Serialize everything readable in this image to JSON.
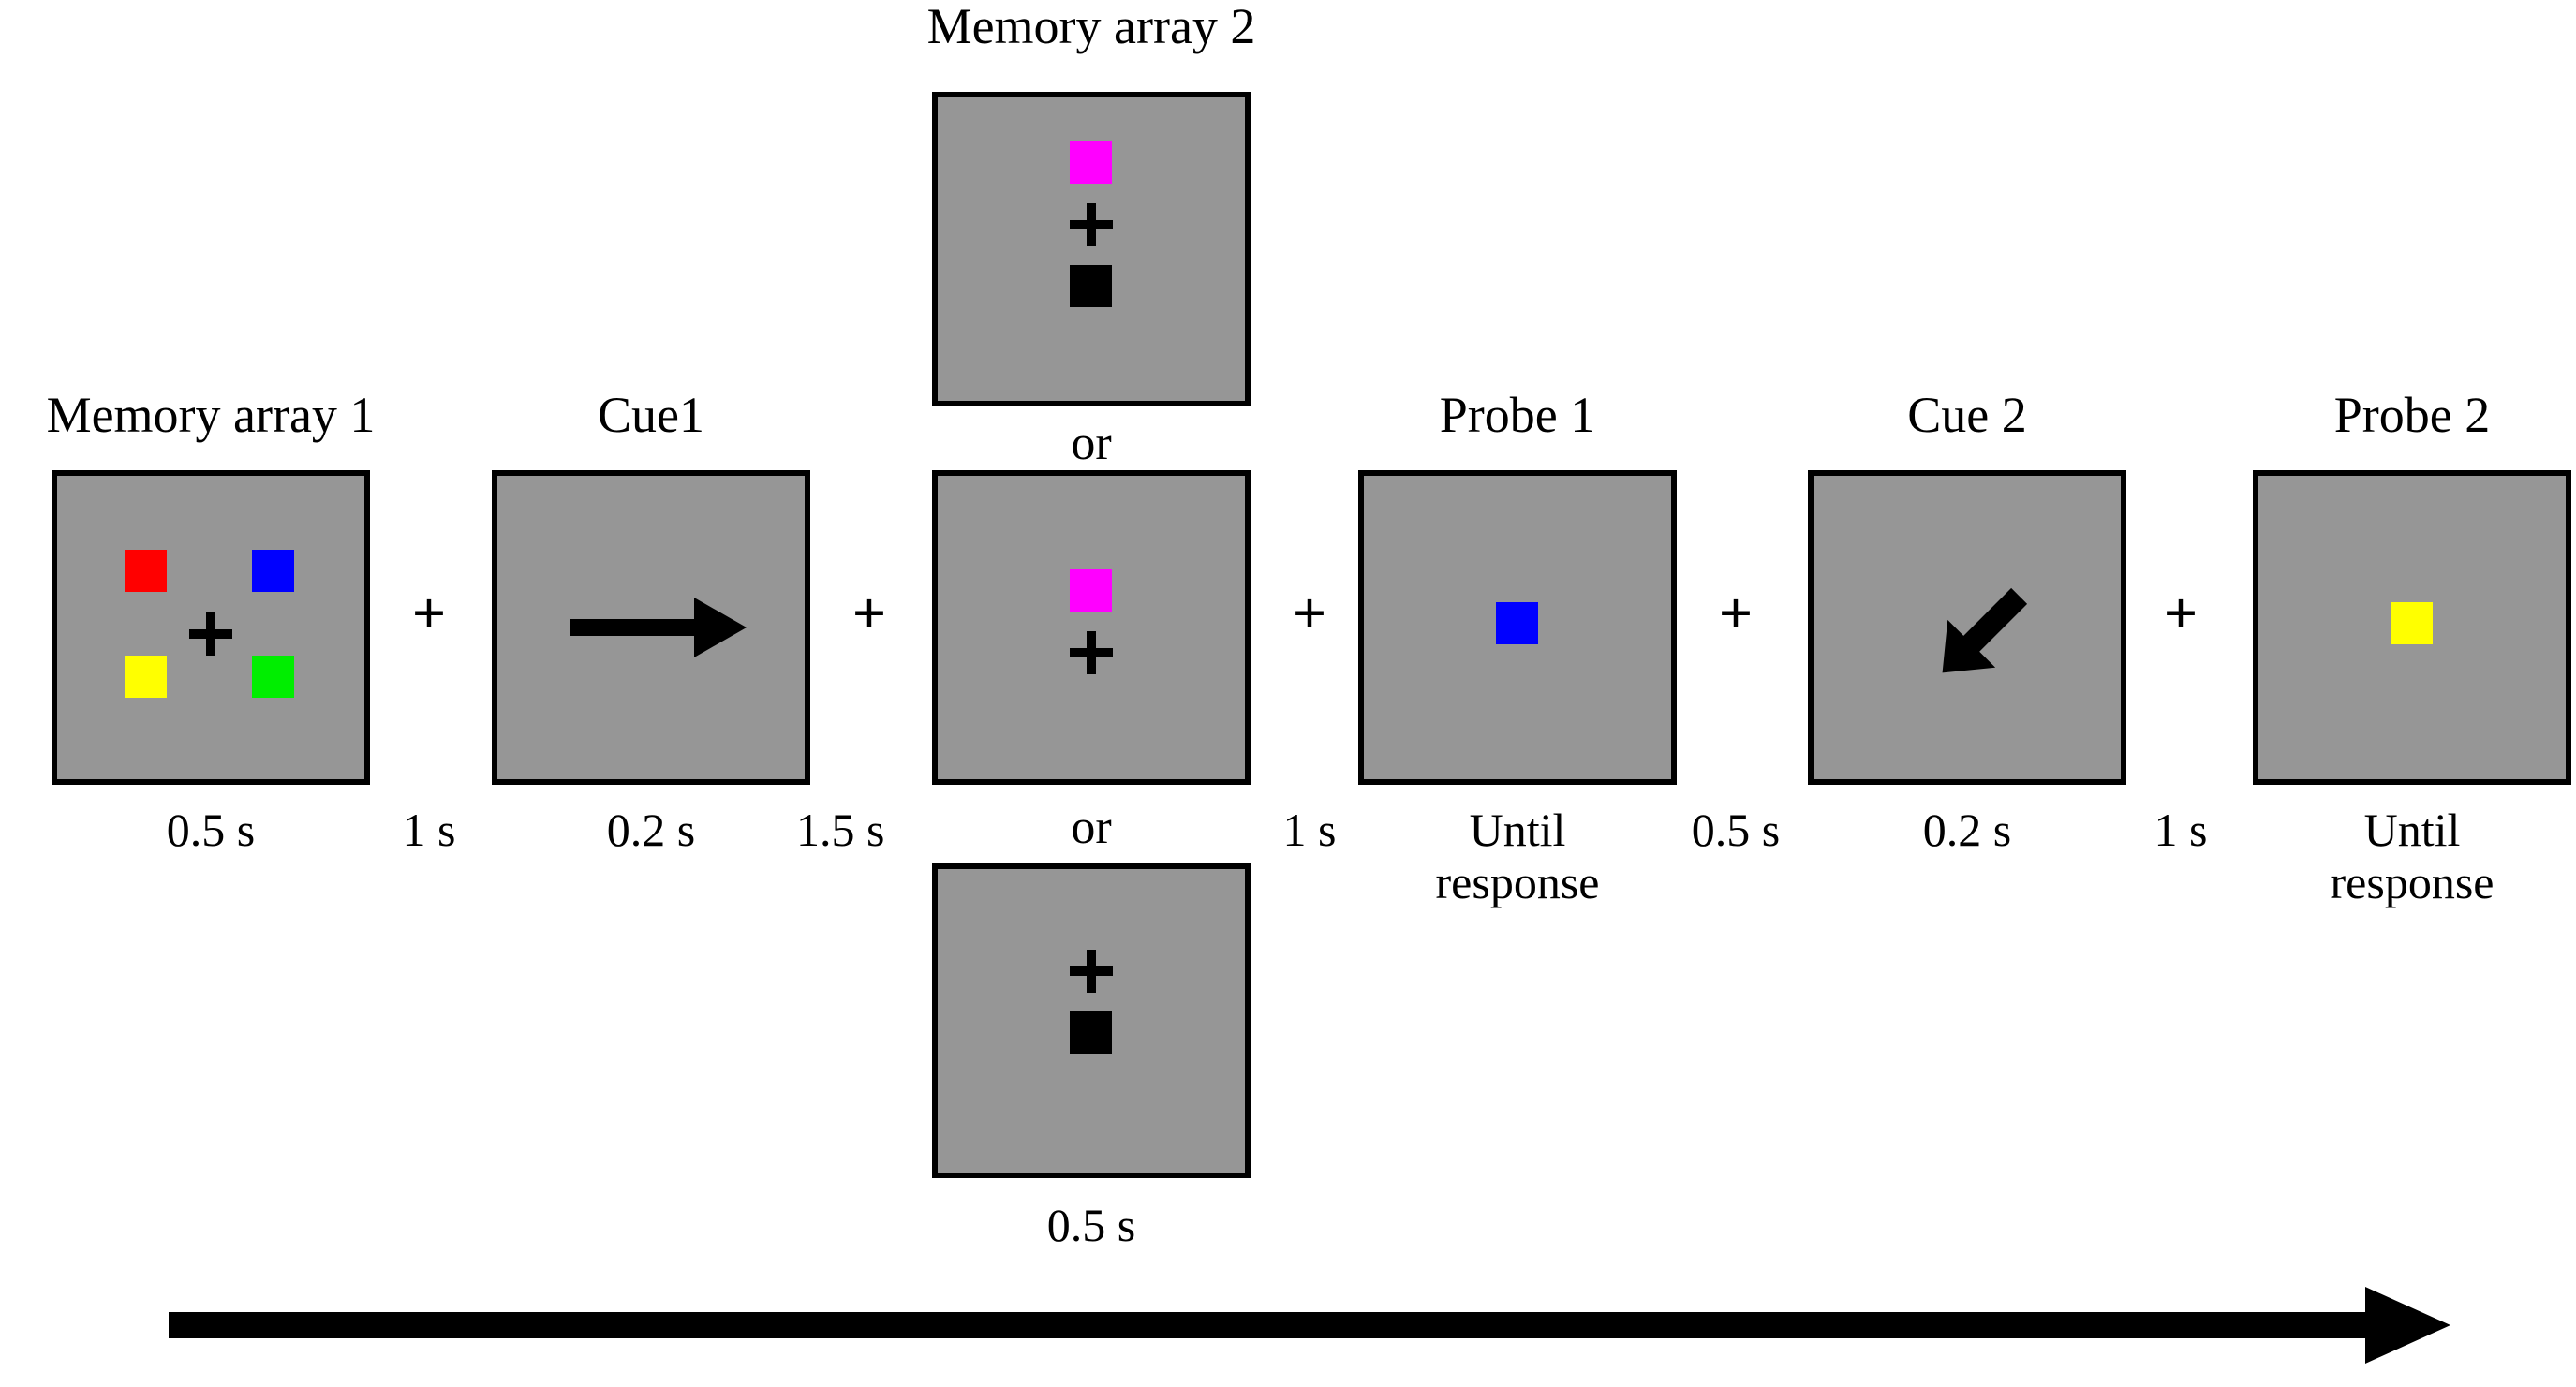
{
  "figure": {
    "type": "trial-sequence-diagram",
    "background_color": "#ffffff",
    "panel_background_color": "#969696",
    "panel_border_color": "#000000"
  },
  "panels": [
    {
      "id": "memory-array-1",
      "caption": "Memory array 1",
      "duration": "0.5 s",
      "items": [
        {
          "name": "red-square",
          "color": "#ff0000",
          "position": "upper-left"
        },
        {
          "name": "blue-square",
          "color": "#0000ff",
          "position": "upper-right"
        },
        {
          "name": "yellow-square",
          "color": "#ffff00",
          "position": "lower-left"
        },
        {
          "name": "green-square",
          "color": "#00ee00",
          "position": "lower-right"
        }
      ],
      "fixation": true
    },
    {
      "id": "cue-1",
      "caption": "Cue1",
      "duration": "0.2 s",
      "icon": "arrow-right-icon",
      "arrow_direction": "right"
    },
    {
      "id": "memory-array-2-a",
      "caption": "Memory array 2",
      "duration": "0.5 s",
      "items": [
        {
          "name": "magenta-square",
          "color": "#ff00ff",
          "position": "above-fixation"
        },
        {
          "name": "black-square",
          "color": "#000000",
          "position": "below-fixation"
        }
      ],
      "fixation": true
    },
    {
      "id": "memory-array-2-b",
      "caption": "",
      "duration": "",
      "items": [
        {
          "name": "magenta-square",
          "color": "#ff00ff",
          "position": "above-fixation"
        }
      ],
      "fixation": true
    },
    {
      "id": "memory-array-2-c",
      "caption": "",
      "duration": "0.5 s",
      "items": [
        {
          "name": "black-square",
          "color": "#000000",
          "position": "below-fixation"
        }
      ],
      "fixation": true
    },
    {
      "id": "probe-1",
      "caption": "Probe 1",
      "duration_line_1": "Until",
      "duration_line_2": "response",
      "items": [
        {
          "name": "blue-square",
          "color": "#0000ff",
          "position": "center"
        }
      ]
    },
    {
      "id": "cue-2",
      "caption": "Cue 2",
      "duration": "0.2 s",
      "icon": "arrow-down-left-icon",
      "arrow_direction": "down-left"
    },
    {
      "id": "probe-2",
      "caption": "Probe 2",
      "duration_line_1": "Until",
      "duration_line_2": "response",
      "items": [
        {
          "name": "yellow-square",
          "color": "#ffff00",
          "position": "center"
        }
      ]
    }
  ],
  "separators": [
    {
      "symbol": "+",
      "interval": "1 s"
    },
    {
      "symbol": "+",
      "interval": "1.5 s"
    },
    {
      "symbol": "+",
      "interval": "1 s"
    },
    {
      "symbol": "+",
      "interval": "0.5 s"
    },
    {
      "symbol": "+",
      "interval": "1 s"
    }
  ],
  "connectors": {
    "or_top": "or",
    "or_bottom": "or"
  },
  "timeline": {
    "icon": "time-arrow-icon",
    "direction": "right",
    "label": ""
  }
}
